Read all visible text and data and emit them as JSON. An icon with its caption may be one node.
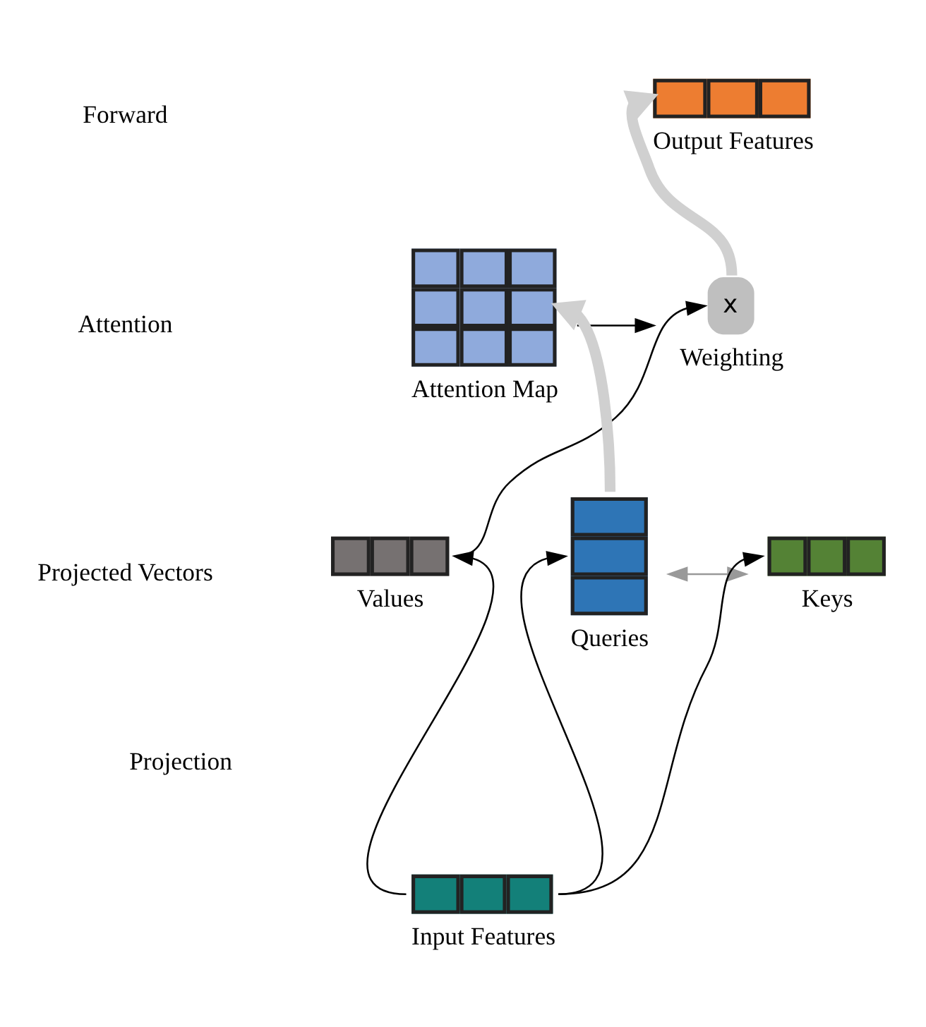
{
  "diagram": {
    "nodes": [
      {
        "text": [
          "Output Features"
        ]
      },
      {
        "text": [
          "x"
        ],
        "beside": [
          "Weighting"
        ]
      },
      {
        "text": [
          "Attention Map"
        ]
      },
      {
        "text": [
          "Values"
        ]
      },
      {
        "text": [
          "Queries"
        ]
      },
      {
        "text": [
          "Keys"
        ]
      },
      {
        "text": [
          "Input Features"
        ]
      }
    ],
    "edges": [
      {
        "from": 1,
        "to": 0,
        "arrow": "to",
        "style": "thick",
        "color": "#d0d0d0"
      },
      {
        "from": 3,
        "to": 1,
        "arrow": "to"
      },
      {
        "from": 2,
        "to": 1,
        "arrow": "to"
      },
      {
        "from": 4,
        "to": 2,
        "arrow": "to",
        "style": "thick",
        "color": "#d0d0d0"
      },
      {
        "from": 4,
        "to": 5,
        "arrow": "both",
        "color": "#999999"
      },
      {
        "from": 6,
        "to": 3,
        "arrow": "to"
      },
      {
        "from": 6,
        "to": 4,
        "arrow": "to"
      },
      {
        "from": 6,
        "to": 5,
        "arrow": "to"
      }
    ],
    "labels": [
      "Forward",
      "Attention",
      "Projected Vectors",
      "Projection"
    ]
  }
}
